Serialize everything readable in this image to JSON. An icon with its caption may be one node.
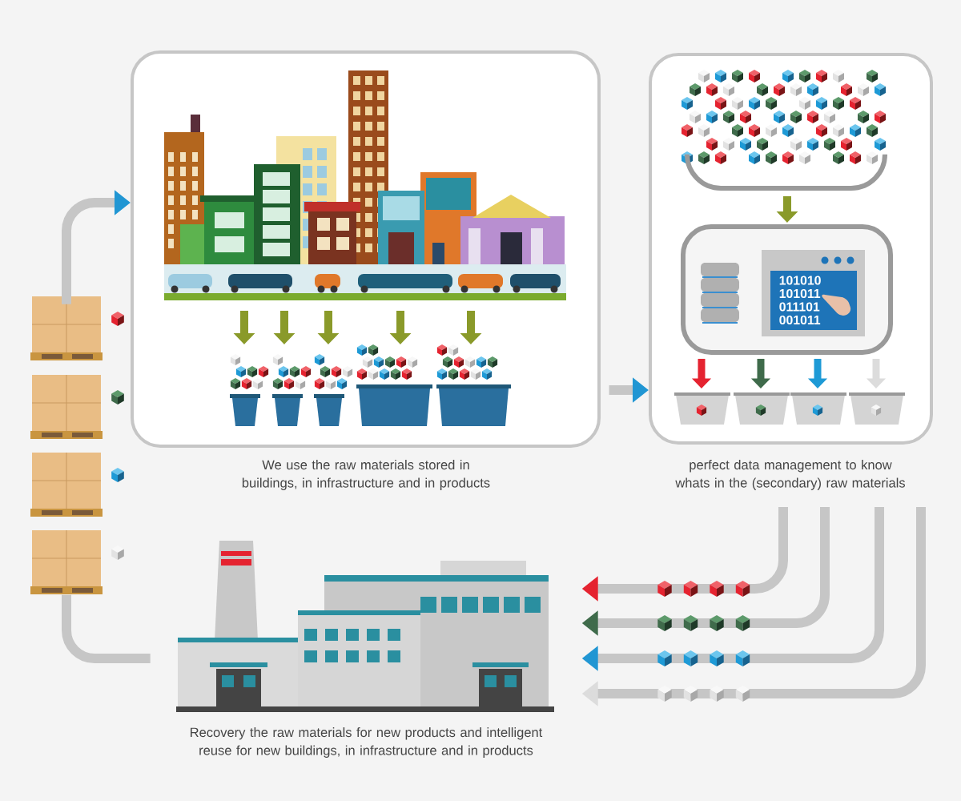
{
  "diagram": {
    "nodes": [
      {
        "text": [
          "We use the raw materials stored in buildings, in infrastructure and in products"
        ]
      },
      {
        "text": [
          "perfect data management to know whats in the (secondary) raw materials"
        ]
      },
      {
        "text": [
          "Recovery the raw materials for new products and intelligent reuse for new buildings, in infrastructure and in products"
        ]
      },
      {
        "text": [],
        "shape": "picture"
      }
    ],
    "edges": [
      {
        "from": 3,
        "to": 0,
        "arrow": "to"
      },
      {
        "from": 0,
        "to": 1,
        "arrow": "to"
      },
      {
        "from": 1,
        "to": 2,
        "arrow": "to"
      },
      {
        "from": 1,
        "to": 2,
        "arrow": "to"
      },
      {
        "from": 1,
        "to": 2,
        "arrow": "to"
      },
      {
        "from": 1,
        "to": 2,
        "arrow": "to"
      },
      {
        "from": 2,
        "to": 3,
        "arrow": "none"
      }
    ],
    "labels": [
      "101010",
      "101011",
      "011101",
      "001011"
    ]
  }
}
